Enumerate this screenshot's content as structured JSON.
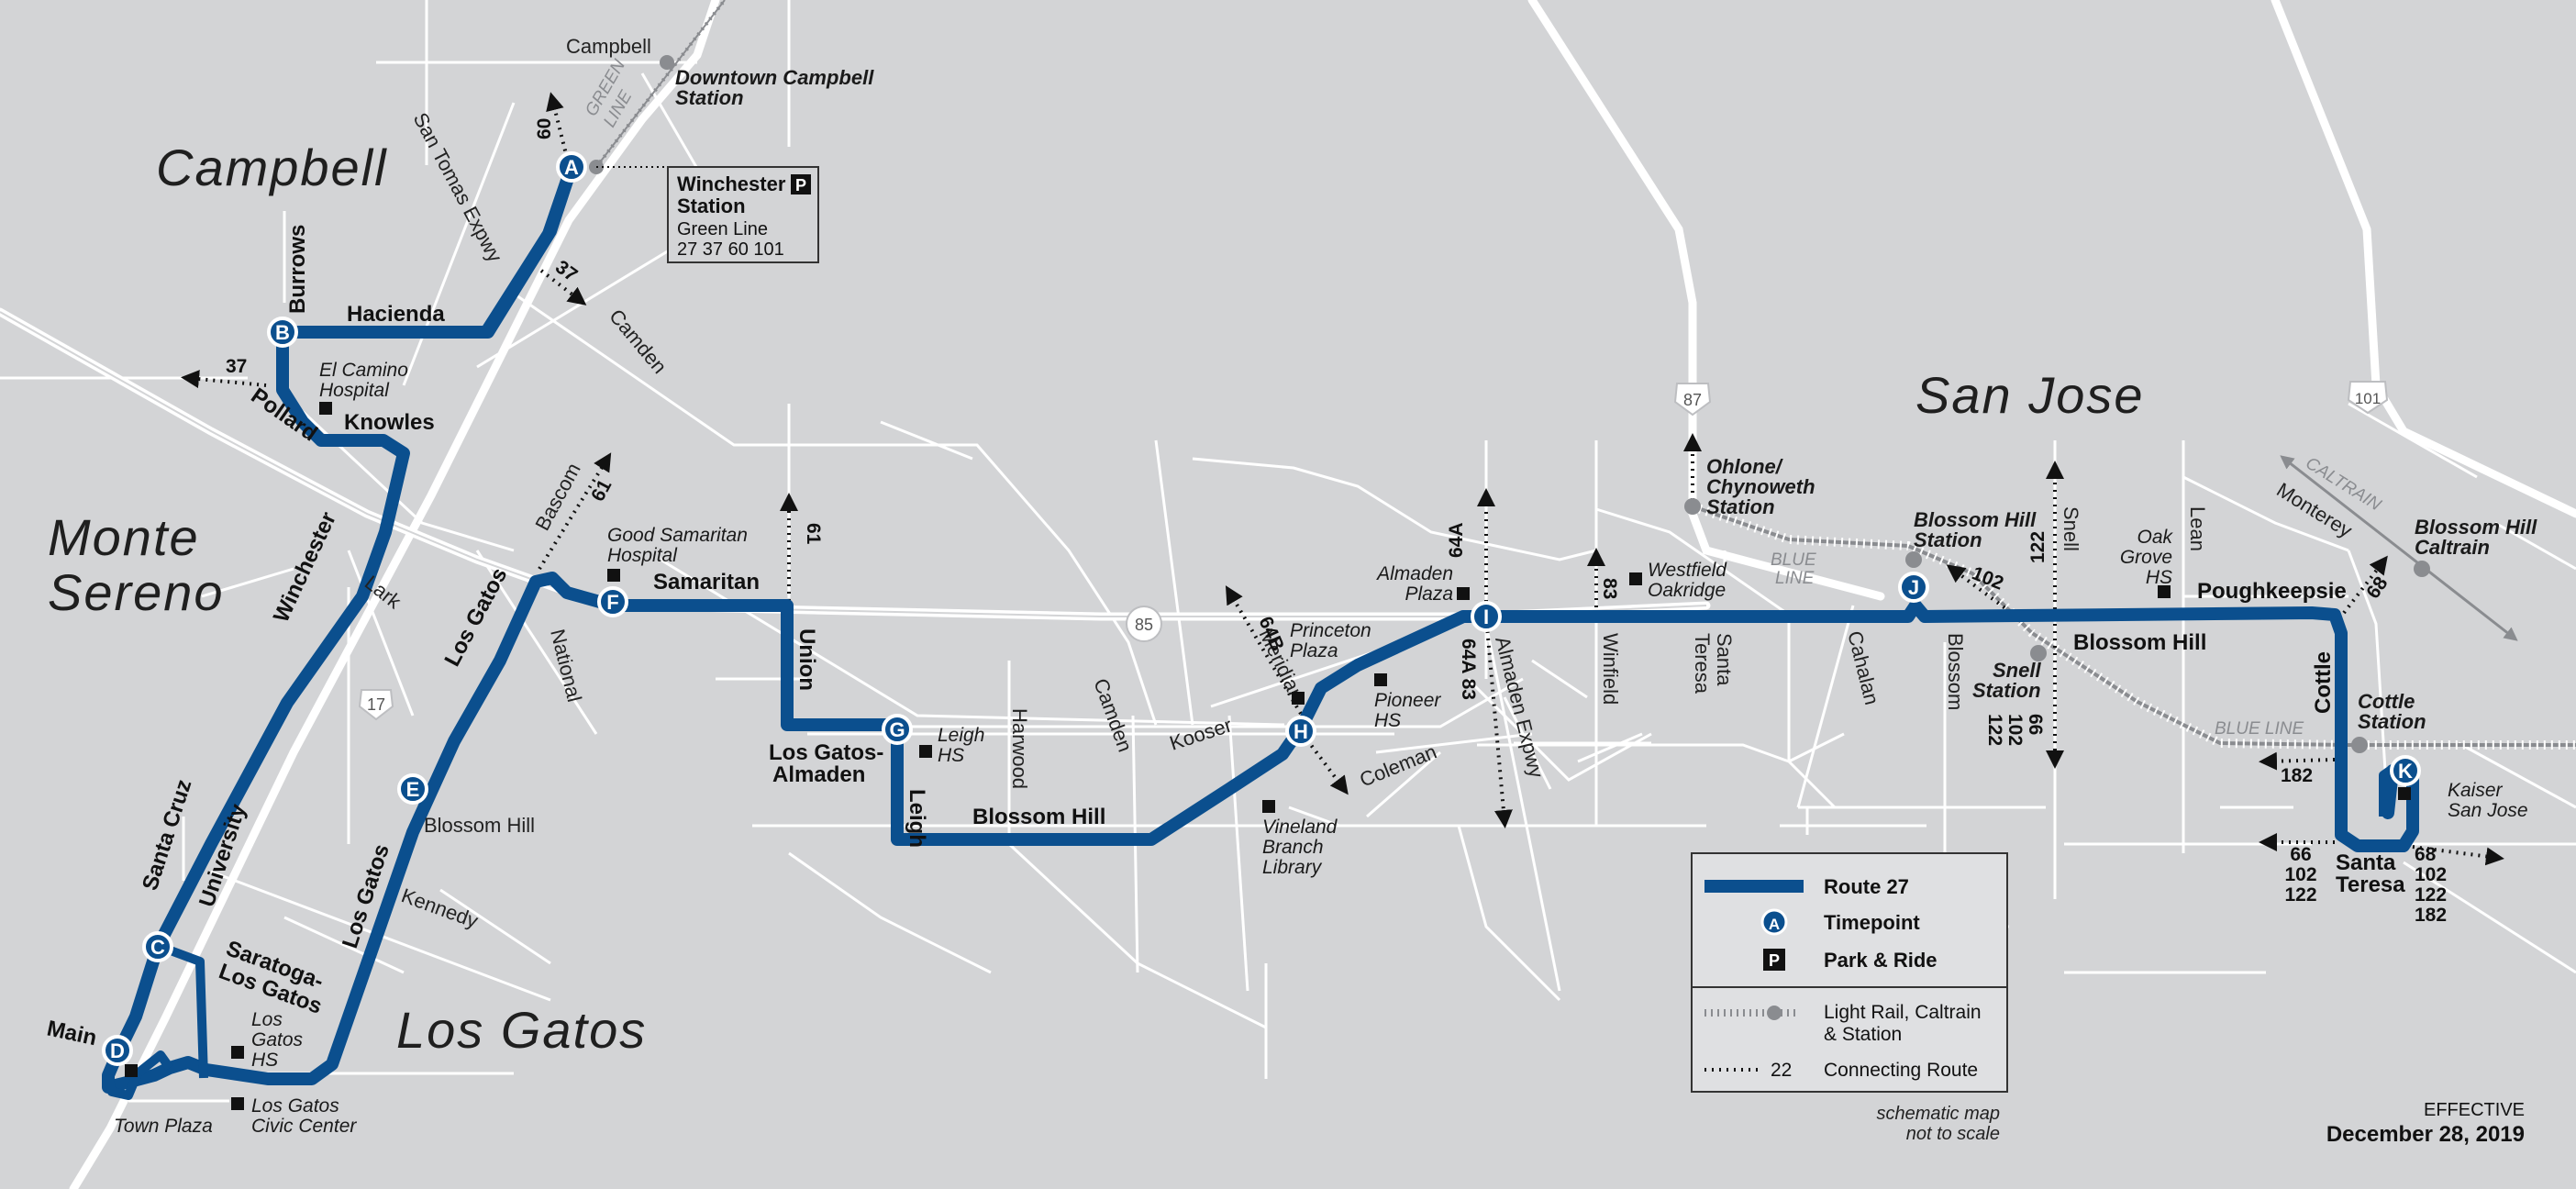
{
  "cities": {
    "campbell": "Campbell",
    "san_jose": "San Jose",
    "monte_sereno_1": "Monte",
    "monte_sereno_2": "Sereno",
    "los_gatos": "Los Gatos"
  },
  "route_streets": {
    "burrows": "Burrows",
    "hacienda": "Hacienda",
    "knowles": "Knowles",
    "pollard": "Pollard",
    "winchester": "Winchester",
    "los_gatos_1": "Los Gatos",
    "los_gatos_2": "Los Gatos",
    "samaritan": "Samaritan",
    "union": "Union",
    "lga_1": "Los Gatos-",
    "lga_2": "Almaden",
    "leigh": "Leigh",
    "blossom_hill_1": "Blossom Hill",
    "blossom_hill_2": "Blossom Hill",
    "santa_cruz": "Santa Cruz",
    "university": "University",
    "saratoga_1": "Saratoga-",
    "saratoga_2": "Los Gatos",
    "main": "Main",
    "poughkeepsie": "Poughkeepsie",
    "cottle": "Cottle",
    "santa_teresa_1": "Santa",
    "santa_teresa_2": "Teresa"
  },
  "streets": {
    "campbell": "Campbell",
    "san_tomas": "San Tomas Expwy",
    "camden_1": "Camden",
    "camden_2": "Camden",
    "bascom": "Bascom",
    "lark": "Lark",
    "national": "National",
    "harwood": "Harwood",
    "kooser": "Kooser",
    "meridian": "Meridian",
    "coleman": "Coleman",
    "almaden_expwy": "Almaden Expwy",
    "winfield": "Winfield",
    "santa_teresa_1": "Santa",
    "santa_teresa_2": "Teresa",
    "cahalan": "Cahalan",
    "blossom": "Blossom",
    "snell": "Snell",
    "lean": "Lean",
    "monterey": "Monterey",
    "blossom_hill_w": "Blossom Hill",
    "kennedy": "Kennedy"
  },
  "highways": {
    "h17": "17",
    "h85": "85",
    "h87": "87",
    "h101": "101"
  },
  "rail_labels": {
    "green_1": "GREEN",
    "green_2": "LINE",
    "blue_1": "BLUE",
    "blue_2": "LINE",
    "blue_3": "BLUE LINE",
    "caltrain": "CALTRAIN"
  },
  "stations": {
    "dc_1": "Downtown Campbell",
    "dc_2": "Station",
    "oh_1": "Ohlone/",
    "oh_2": "Chynoweth",
    "oh_3": "Station",
    "bh_1": "Blossom Hill",
    "bh_2": "Station",
    "sn_1": "Snell",
    "sn_2": "Station",
    "co_1": "Cottle",
    "co_2": "Station",
    "bhc_1": "Blossom Hill",
    "bhc_2": "Caltrain"
  },
  "winchester_box": {
    "title_1": "Winchester",
    "title_2": "Station",
    "p": "P",
    "line": "Green Line",
    "routes": "27  37  60  101"
  },
  "pois": {
    "ec_1": "El Camino",
    "ec_2": "Hospital",
    "gs_1": "Good Samaritan",
    "gs_2": "Hospital",
    "lh_1": "Leigh",
    "lh_2": "HS",
    "pp_1": "Princeton",
    "pp_2": "Plaza",
    "ph_1": "Pioneer",
    "ph_2": "HS",
    "vb_1": "Vineland",
    "vb_2": "Branch",
    "vb_3": "Library",
    "ap_1": "Almaden",
    "ap_2": "Plaza",
    "wo_1": "Westfield",
    "wo_2": "Oakridge",
    "og_1": "Oak",
    "og_2": "Grove",
    "og_3": "HS",
    "ks_1": "Kaiser",
    "ks_2": "San Jose",
    "lg_1": "Los",
    "lg_2": "Gatos",
    "lg_3": "HS",
    "lgc_1": "Los Gatos",
    "lgc_2": "Civic Center",
    "tp": "Town Plaza"
  },
  "connections": {
    "c60": "60",
    "c37a": "37",
    "c37b": "37",
    "c61a": "61",
    "c61b": "61",
    "c64b": "64B",
    "c64a_1": "64A",
    "c64a_2": "64A  83",
    "c83": "83",
    "c102": "102",
    "c122": "122",
    "c66_1": "66",
    "c66_2": "102",
    "c66_3": "122",
    "c68": "68",
    "c182": "182",
    "cst_1": "66",
    "cst_2": "102",
    "cst_3": "122",
    "cse_1": "68",
    "cse_2": "102",
    "cse_3": "122",
    "cse_4": "182"
  },
  "timepoints": [
    "A",
    "B",
    "C",
    "D",
    "E",
    "F",
    "G",
    "H",
    "I",
    "J",
    "K"
  ],
  "legend": {
    "route": "Route 27",
    "timepoint": "Timepoint",
    "timepoint_sample": "A",
    "park": "Park & Ride",
    "park_sample": "P",
    "rail_1": "Light Rail, Caltrain",
    "rail_2": "& Station",
    "conn_num": "22",
    "conn": "Connecting Route"
  },
  "notes": {
    "schematic_1": "schematic map",
    "schematic_2": "not to scale",
    "effective_1": "EFFECTIVE",
    "effective_2": "December 28, 2019"
  },
  "colors": {
    "route": "#0b4f8e",
    "background": "#d3d4d6",
    "street": "#ffffff",
    "rail": "#8a8c90"
  }
}
